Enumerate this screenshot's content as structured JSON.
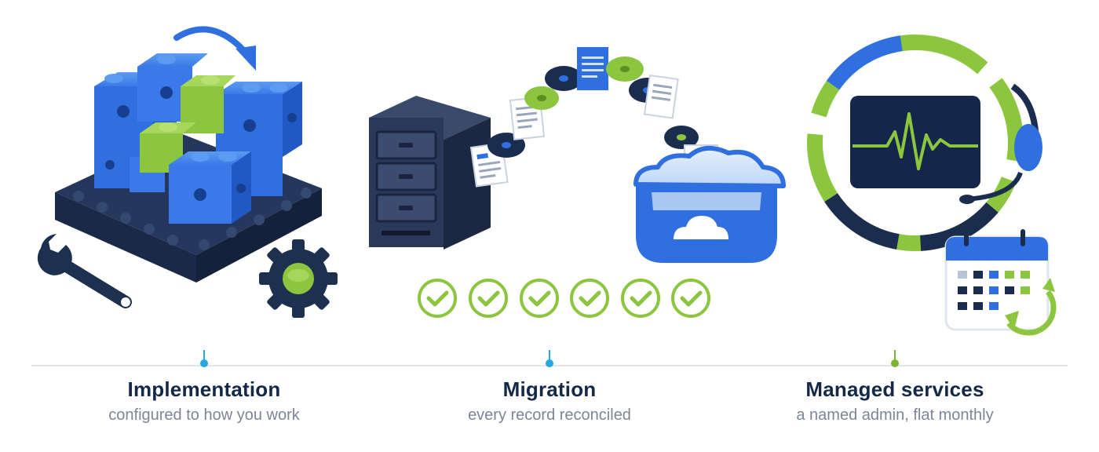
{
  "services": [
    {
      "title": "Implementation",
      "subtitle": "configured to how you work",
      "icon": "building-blocks-icon",
      "pin_color": "#2aa6df"
    },
    {
      "title": "Migration",
      "subtitle": "every record reconciled",
      "icon": "data-migration-icon",
      "pin_color": "#2aa6df"
    },
    {
      "title": "Managed services",
      "subtitle": "a named admin, flat monthly",
      "icon": "monitoring-support-icon",
      "pin_color": "#7bb42f"
    }
  ],
  "colors": {
    "blue": "#2f6fe0",
    "navy": "#1b2d4f",
    "green": "#8cc63f",
    "title": "#142848",
    "subtitle": "#7c8696"
  }
}
